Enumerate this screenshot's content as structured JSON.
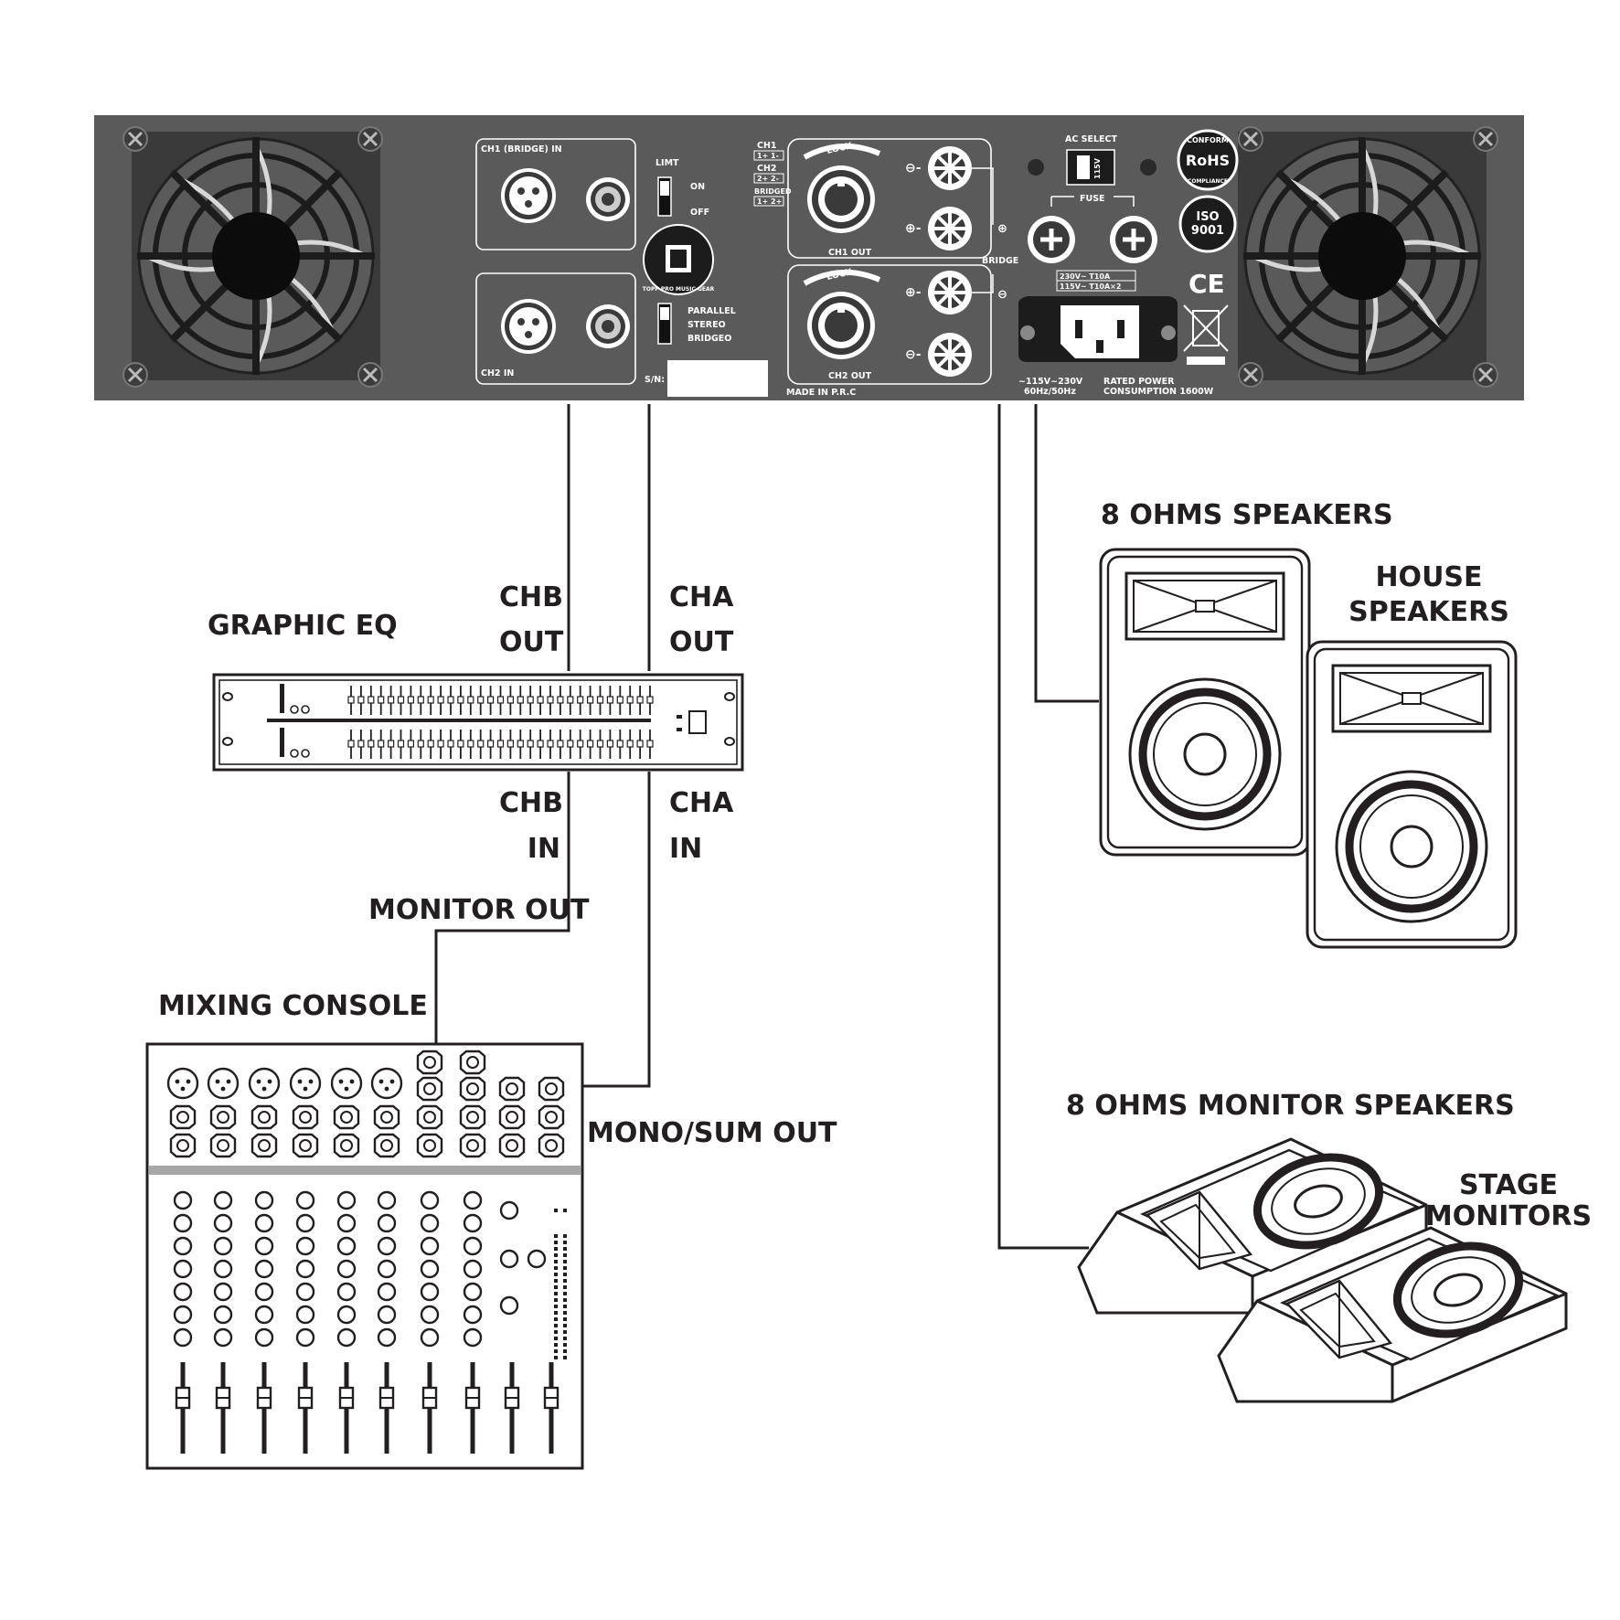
{
  "amplifier": {
    "ch1_bridge_in": "CH1 (BRIDGE) IN",
    "ch2_in": "CH2 IN",
    "limit_label": "LIMT",
    "limit_on": "ON",
    "limit_off": "OFF",
    "mode_parallel": "PARALLEL",
    "mode_stereo": "STEREO",
    "mode_bridged": "BRIDGEO",
    "sn_label": "S/N:",
    "logo_text": "TOPP PRO MUSIC GEAR",
    "ch1_out": "CH1 OUT",
    "ch2_out": "CH2 OUT",
    "lock": "LOCK",
    "bridge": "BRIDGE",
    "made_in": "MADE IN P.R.C",
    "legend_ch1": "CH1",
    "legend_ch2": "CH2",
    "legend_bridged": "BRIDGED",
    "legend_ch1_pins": "1+  1-",
    "legend_ch2_pins": "2+  2-",
    "legend_bridged_pins": "1+  2+",
    "ac_select": "AC SELECT",
    "ac_select_value": "115V",
    "fuse": "FUSE",
    "fuse_row1": "230V~  T10A",
    "fuse_row2": "115V~  T10A×2",
    "voltage": "~115V~230V",
    "frequency": "60Hz/50Hz",
    "rated_power": "RATED POWER",
    "consumption": "CONSUMPTION 1600W",
    "rohs_top": "CONFORM",
    "rohs": "RoHS",
    "rohs_bottom": "COMPLIANCE",
    "iso": "ISO",
    "iso_number": "9001",
    "ce": "CE"
  },
  "labels": {
    "graphic_eq": "GRAPHIC EQ",
    "chb_out_1": "CHB",
    "chb_out_2": "OUT",
    "cha_out_1": "CHA",
    "cha_out_2": "OUT",
    "chb_in_1": "CHB",
    "chb_in_2": "IN",
    "cha_in_1": "CHA",
    "cha_in_2": "IN",
    "monitor_out": "MONITOR OUT",
    "mixing_console": "MIXING CONSOLE",
    "mono_sum_out": "MONO/SUM OUT",
    "speakers_8ohm": "8 OHMS SPEAKERS",
    "house_speakers_1": "HOUSE",
    "house_speakers_2": "SPEAKERS",
    "monitor_speakers_8ohm": "8 OHMS MONITOR SPEAKERS",
    "stage_monitors_1": "STAGE",
    "stage_monitors_2": "MONITORS"
  }
}
